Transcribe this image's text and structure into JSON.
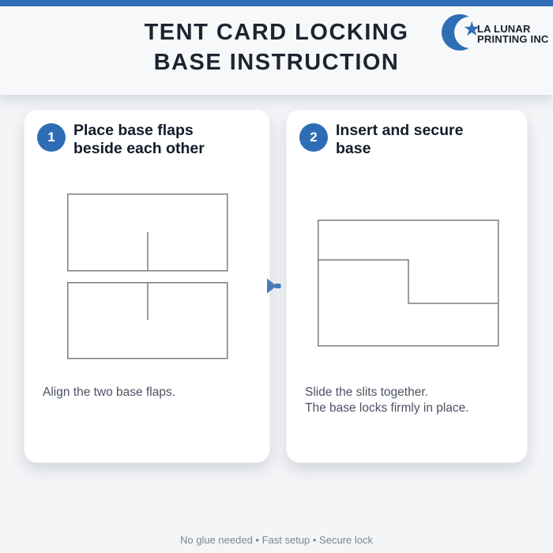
{
  "header": {
    "title_line1": "TENT CARD LOCKING",
    "title_line2": "BASE INSTRUCTION",
    "logo": {
      "name_line1": "LA LUNAR",
      "name_line2": "PRINTING INC"
    }
  },
  "steps": [
    {
      "number": "1",
      "title_line1": "Place base flaps",
      "title_line2": "beside each other",
      "caption_line1": "Align the two base flaps.",
      "caption_line2": ""
    },
    {
      "number": "2",
      "title_line1": "Insert and secure",
      "title_line2": "base",
      "caption_line1": "Slide the slits together.",
      "caption_line2": "The base locks firmly in place."
    }
  ],
  "footer": {
    "text": "No glue needed • Fast setup • Secure lock"
  },
  "icons": {
    "logo_crescent": "crescent-moon",
    "logo_star": "star",
    "step_arrow": "right-arrow"
  },
  "colors": {
    "accent_blue": "#2f6db4",
    "arrow_blue": "#4a7bbd",
    "diagram_stroke": "#7d7d7d",
    "title_text": "#1d2430",
    "caption_text": "#4a5362",
    "footer_text": "#7c8593",
    "header_bg": "#f7f8fa",
    "card_bg": "#ffffff"
  }
}
